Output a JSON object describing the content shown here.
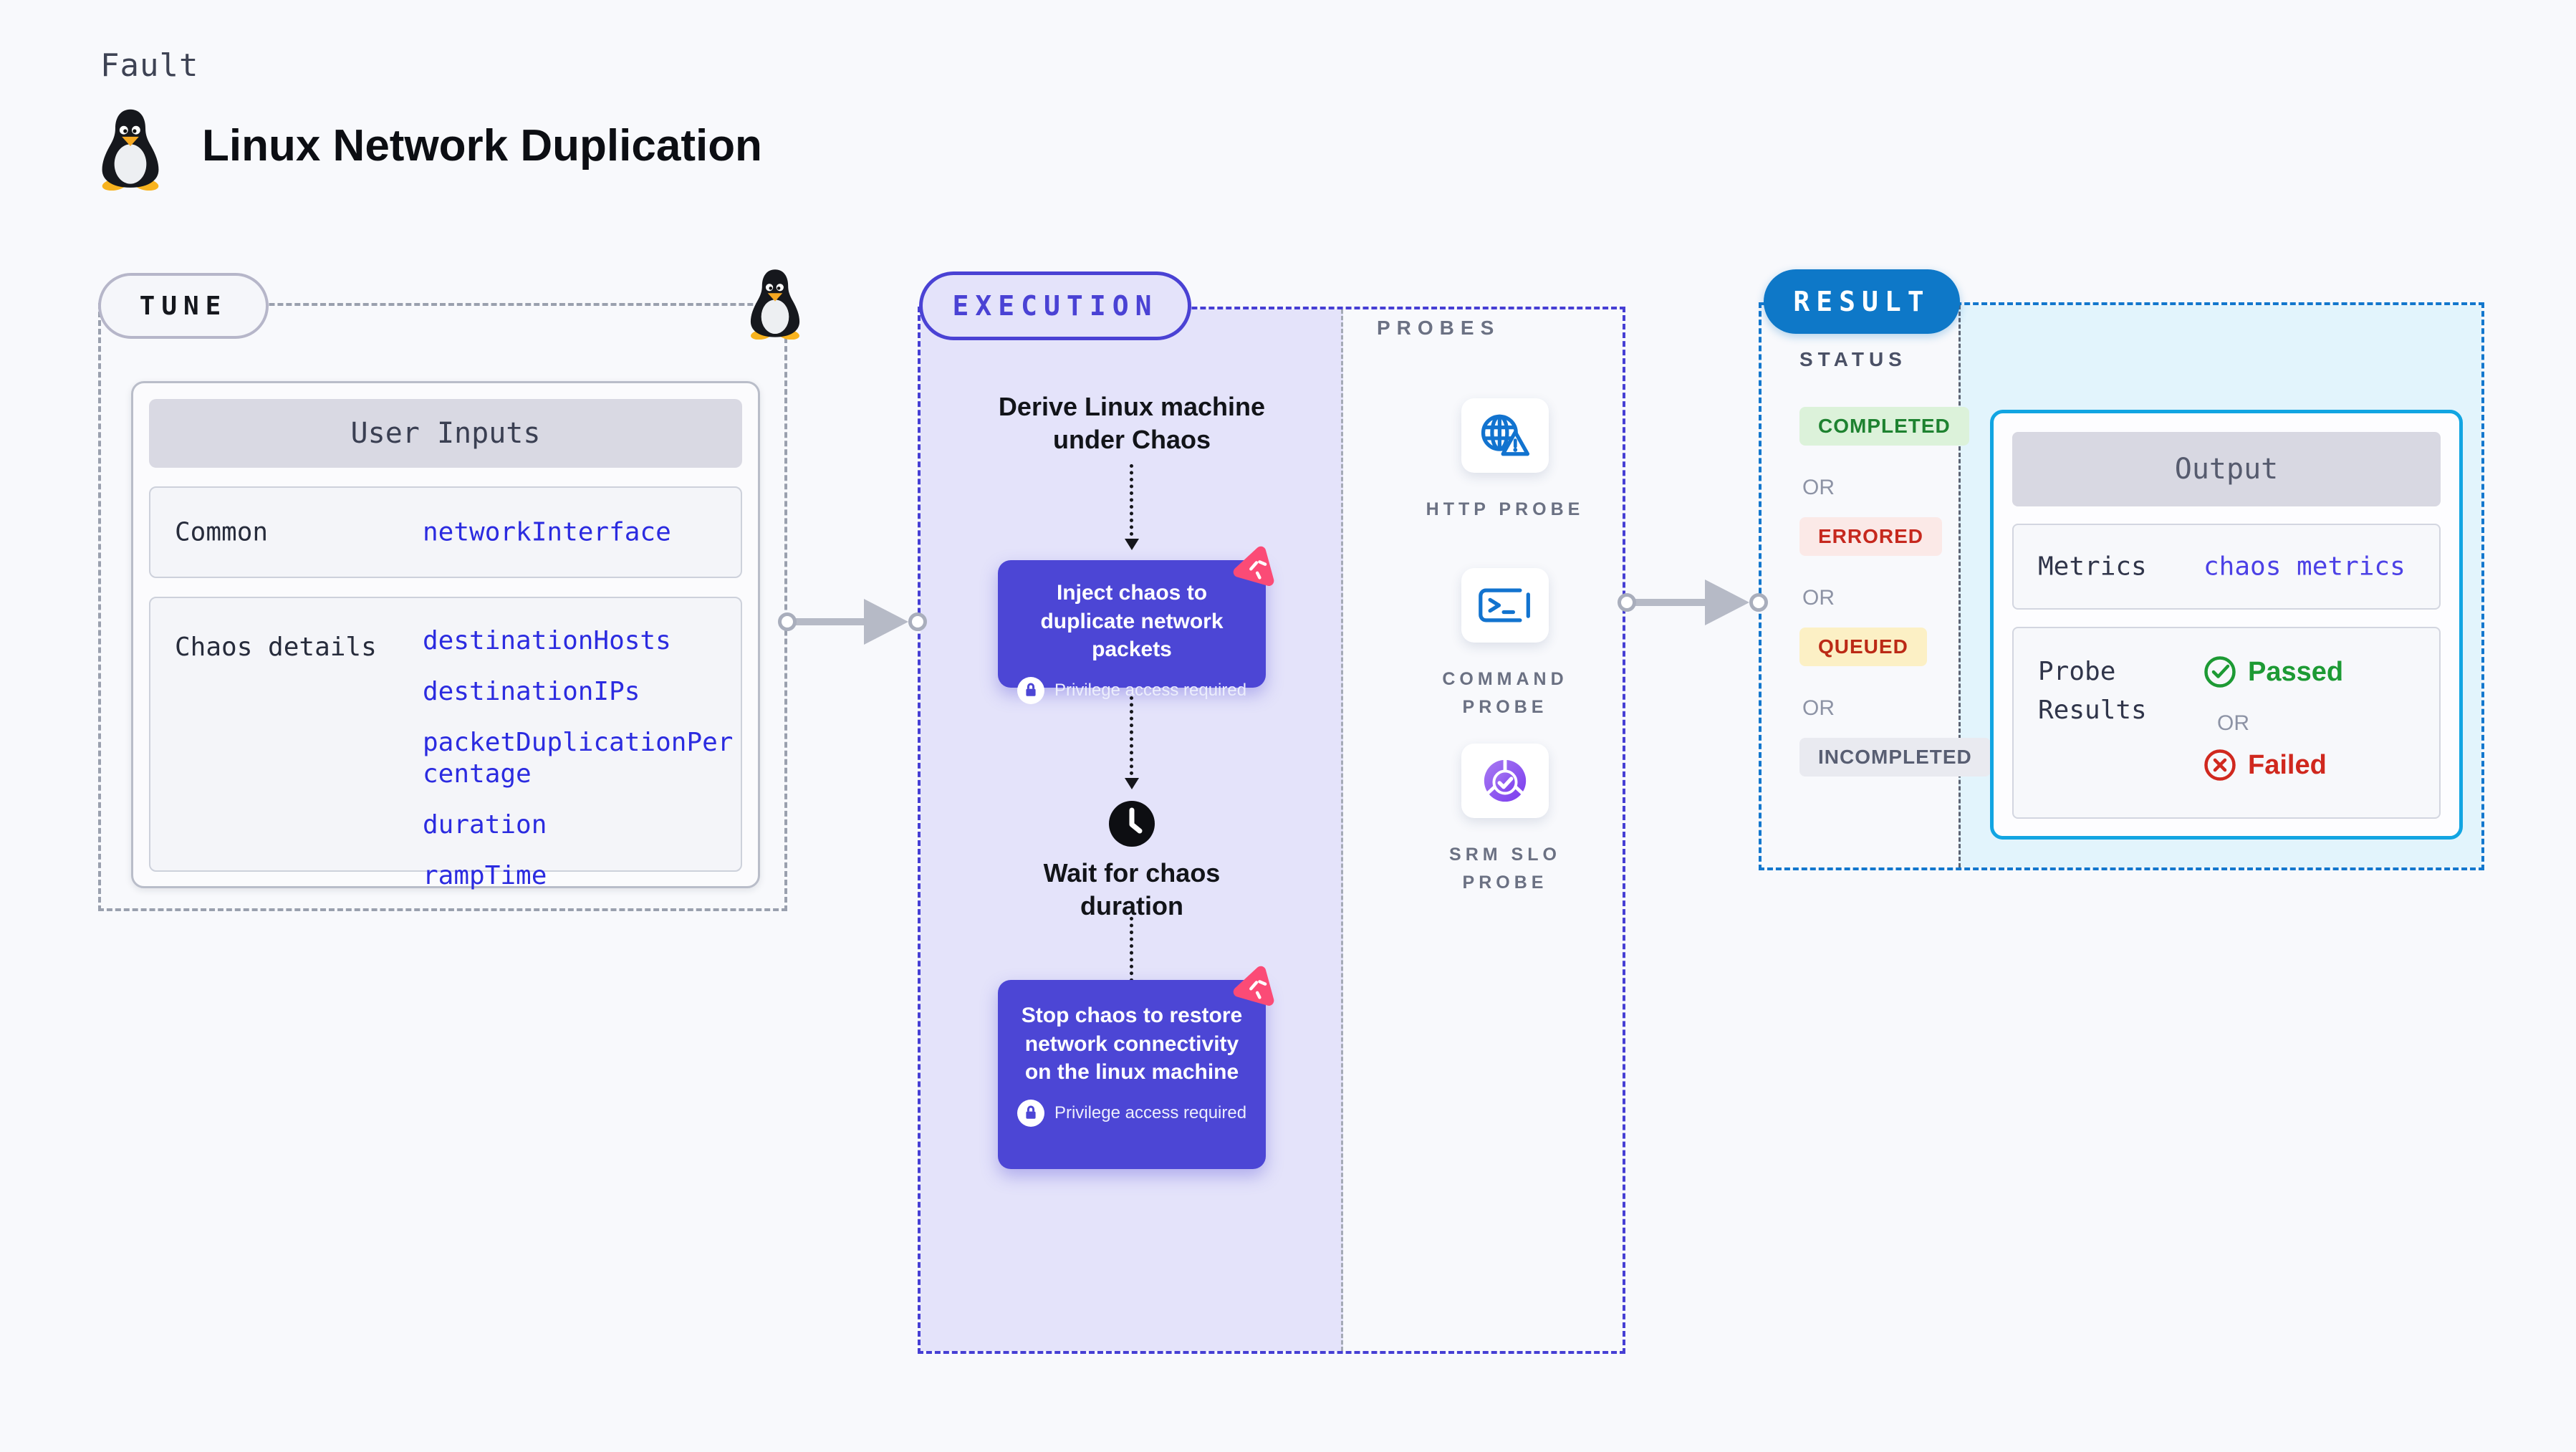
{
  "header": {
    "kicker": "Fault",
    "title": "Linux Network Duplication"
  },
  "tune": {
    "pill": "TUNE",
    "user_inputs": {
      "header": "User Inputs",
      "common_label": "Common",
      "common_value": "networkInterface",
      "chaos_label": "Chaos details",
      "chaos_values": [
        "destinationHosts",
        "destinationIPs",
        "packetDuplicationPercentage",
        "duration",
        "rampTime"
      ]
    }
  },
  "execution": {
    "pill": "EXECUTION",
    "step_derive": "Derive Linux machine under Chaos",
    "inject_card": {
      "title": "Inject chaos to duplicate network packets",
      "badge": "Privilege access required"
    },
    "wait_step": "Wait for chaos duration",
    "stop_card": {
      "title": "Stop chaos to restore network connectivity on the linux machine",
      "badge": "Privilege access required"
    },
    "probes": {
      "heading": "PROBES",
      "items": [
        {
          "label": "HTTP PROBE",
          "icon": "globe-alert-icon"
        },
        {
          "label": "COMMAND PROBE",
          "icon": "terminal-icon"
        },
        {
          "label": "SRM SLO PROBE",
          "icon": "slo-donut-check-icon"
        }
      ]
    }
  },
  "result": {
    "pill": "RESULT",
    "status": {
      "heading": "STATUS",
      "or": "OR",
      "badges": [
        {
          "label": "COMPLETED",
          "bg": "#dcf2da",
          "color": "#1e8230"
        },
        {
          "label": "ERRORED",
          "bg": "#fbe9e7",
          "color": "#c6281e"
        },
        {
          "label": "QUEUED",
          "bg": "#fcf0c5",
          "color": "#bb2a16"
        },
        {
          "label": "INCOMPLETED",
          "bg": "#e9eaf0",
          "color": "#585e72"
        }
      ]
    },
    "output": {
      "header": "Output",
      "metrics_label": "Metrics",
      "metrics_value": "chaos metrics",
      "probe_results_label": "Probe Results",
      "passed_label": "Passed",
      "or": "OR",
      "failed_label": "Failed"
    }
  },
  "colors": {
    "page_bg": "#f8f9fc",
    "execution_accent": "#4a42d4",
    "execution_panel": "#e4e3fa",
    "chaos_card": "#4c46d5",
    "chaos_logo_pink": "#fb4b76",
    "result_accent": "#0e78c8",
    "result_panel": "#e2f4fc",
    "output_border": "#12a5e2",
    "value_blue": "#2b2be0",
    "passed_green": "#1d9a34",
    "failed_red": "#d0281e",
    "probe_icon_blue": "#1273cf"
  }
}
